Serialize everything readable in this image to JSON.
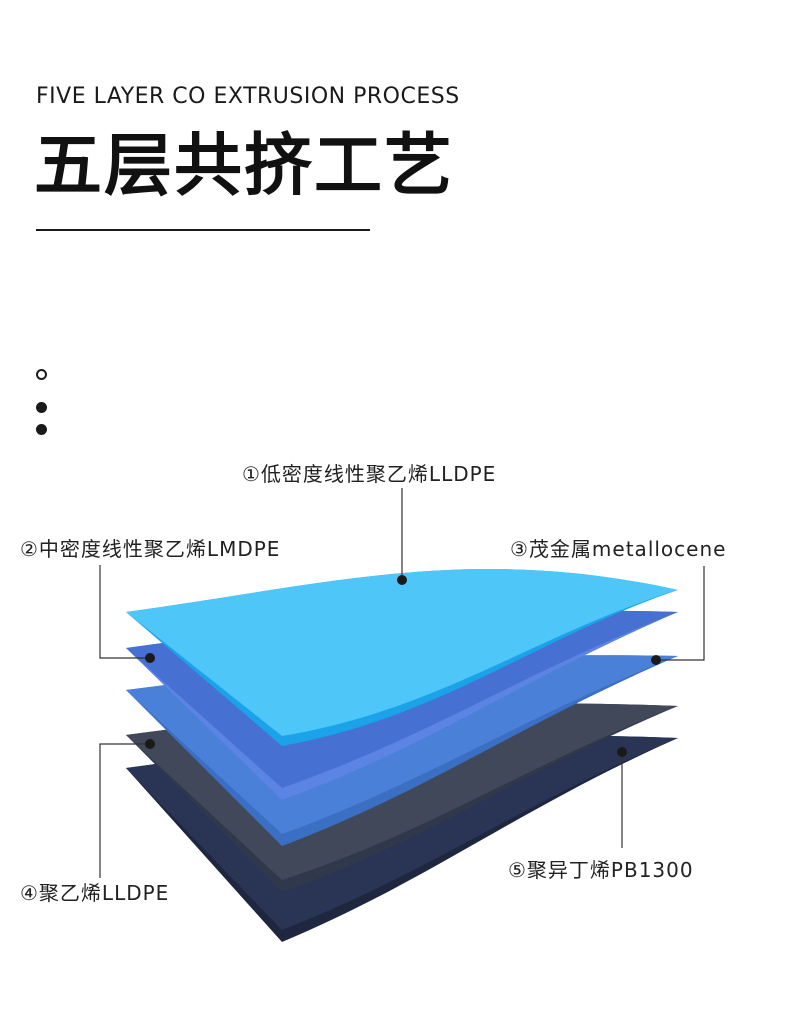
{
  "header": {
    "subtitle_en": "FIVE LAYER CO EXTRUSION PROCESS",
    "title_cn": "五层共挤工艺"
  },
  "layers": [
    {
      "label": "①低密度线性聚乙烯LLDPE",
      "color": "#4fc3f7"
    },
    {
      "label": "②中密度线性聚乙烯LMDPE",
      "color": "#4a74d6"
    },
    {
      "label": "③茂金属metallocene",
      "color": "#3f7fcf"
    },
    {
      "label": "④聚乙烯LLDPE",
      "color": "#3d4454"
    },
    {
      "label": "⑤聚异丁烯PB1300",
      "color": "#26304f"
    }
  ],
  "colors": {
    "text": "#1a1a1a",
    "leader_line": "#333333"
  }
}
